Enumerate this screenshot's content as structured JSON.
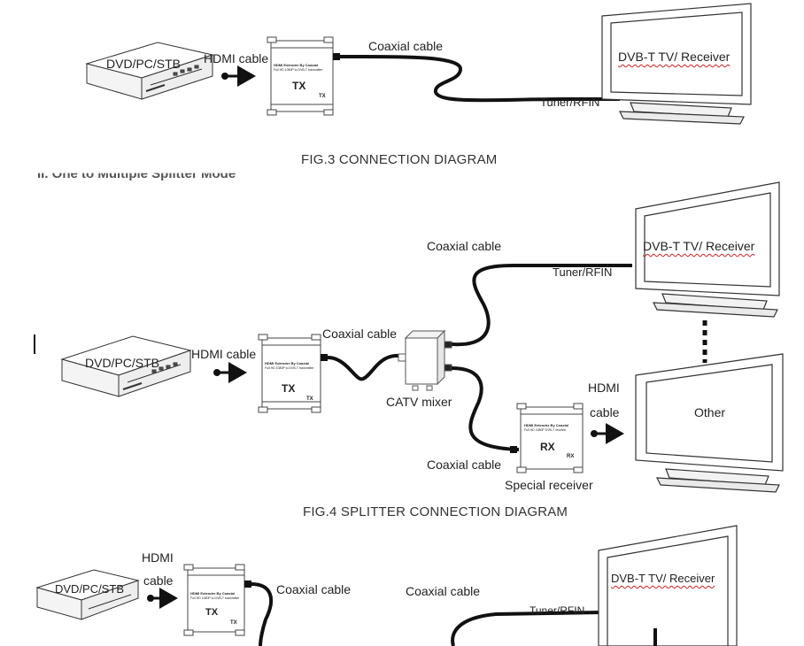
{
  "fig3": {
    "source": "DVD/PC/STB",
    "hdmi": "HDMI cable",
    "tx_title": "HDMI Extender By Coaxial",
    "tx_sub": "Full HD 1080P to DVB-T transmitter",
    "tx": "TX",
    "tx_small": "TX",
    "coax": "Coaxial cable",
    "tv": "DVB-T TV/ Receiver",
    "tuner": "Tuner/RFIN",
    "caption": "FIG.3 CONNECTION DIAGRAM"
  },
  "cut_heading": "II. One to Multiple Splitter Mode",
  "fig4": {
    "source": "DVD/PC/STB",
    "hdmi": "HDMI cable",
    "tx_title": "HDMI Extender By Coaxial",
    "tx_sub": "Full HD 1080P to DVB-T transmitter",
    "tx": "TX",
    "tx_small": "TX",
    "coax_left": "Coaxial cable",
    "mixer": "CATV mixer",
    "coax_top": "Coaxial cable",
    "tv": "DVB-T TV/ Receiver",
    "tuner": "Tuner/RFIN",
    "coax_bottom": "Coaxial cable",
    "rx_title": "HDMI Extender By Coaxial",
    "rx_sub": "Full HD 1080P DVB-T receiver",
    "rx": "RX",
    "rx_small": "RX",
    "special": "Special receiver",
    "hdmi2_line1": "HDMI",
    "hdmi2_line2": "cable",
    "other": "Other",
    "caption": "FIG.4 SPLITTER CONNECTION DIAGRAM"
  },
  "fig5": {
    "hdmi_line1": "HDMI",
    "hdmi_line2": "cable",
    "source": "DVD/PC/STB",
    "tx_title": "HDMI Extender By Coaxial",
    "tx_sub": "Full HD 1080P to DVB-T transmitter",
    "tx": "TX",
    "tx_small": "TX",
    "coax_a": "Coaxial cable",
    "coax_b": "Coaxial cable",
    "tv": "DVB-T TV/ Receiver",
    "tuner": "Tuner/RFIN"
  },
  "colors": {
    "line": "#222222",
    "cable": "#111111",
    "caption": "#333333",
    "spell_underline": "#cc2222"
  }
}
